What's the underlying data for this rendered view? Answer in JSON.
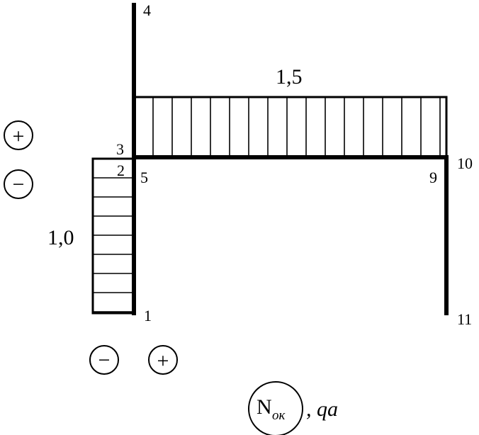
{
  "diagram": {
    "nodes": {
      "n1": "1",
      "n2": "2",
      "n3": "3",
      "n4": "4",
      "n5": "5",
      "n9": "9",
      "n10": "10",
      "n11": "11"
    },
    "horizontal_member": {
      "value": "1,5",
      "value_numeric": 1.5,
      "sign": "+"
    },
    "vertical_member": {
      "value": "1,0",
      "value_numeric": 1.0,
      "sign": "-"
    },
    "signs": {
      "left_top": "+",
      "left_bottom": "−",
      "bottom_left": "−",
      "bottom_right": "+"
    },
    "legend": {
      "symbol": "N",
      "subscript": "ок",
      "unit": ", qa"
    }
  }
}
